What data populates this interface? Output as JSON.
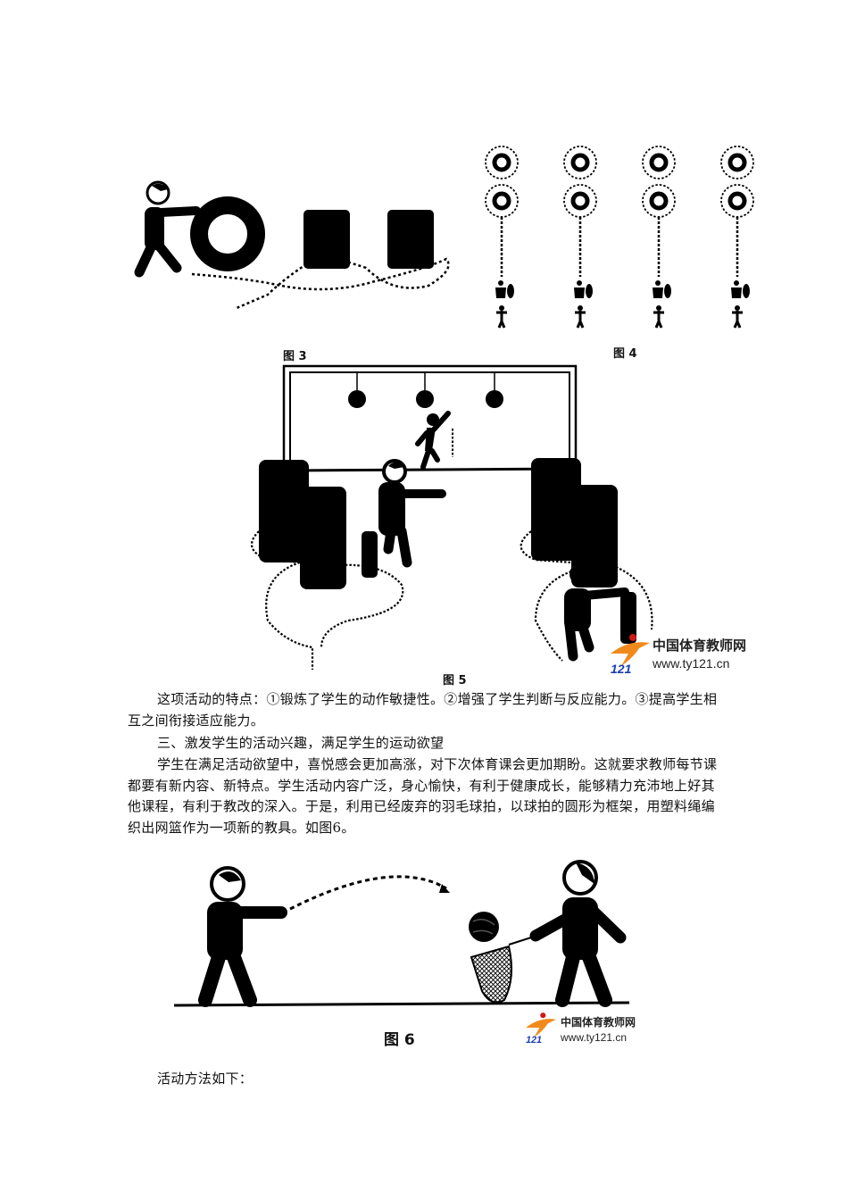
{
  "figures": {
    "fig3": {
      "caption": "图 3"
    },
    "fig4": {
      "caption": "图 4"
    },
    "fig5": {
      "caption": "图 5"
    },
    "fig6": {
      "caption": "图 6"
    }
  },
  "watermark": {
    "site_name": "中国体育教师网",
    "url": "www.ty121.cn"
  },
  "body": {
    "para1": "这项活动的特点：①锻炼了学生的动作敏捷性。②增强了学生判断与反应能力。③提高学生相互之间衔接适应能力。",
    "heading3": "三、激发学生的活动兴趣，满足学生的运动欲望",
    "para2": "学生在满足活动欲望中，喜悦感会更加高涨，对下次体育课会更加期盼。这就要求教师每节课都要有新内容、新特点。学生活动内容广泛，身心愉快，有利于健康成长，能够精力充沛地上好其他课程，有利于教改的深入。于是，利用已经废弃的羽毛球拍，以球拍的圆形为框架，用塑料绳编织出网篮作为一项新的教具。如图6。",
    "para3": "活动方法如下："
  }
}
